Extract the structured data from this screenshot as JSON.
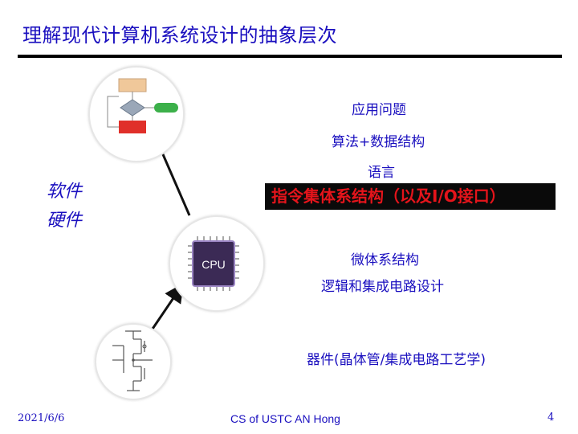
{
  "slide": {
    "title": "理解现代计算机系统设计的抽象层次",
    "levels": {
      "application": "应用问题",
      "algorithm": "算法+数据结构",
      "language": "语言",
      "isa": "指令集体系结构（以及I/O接口）",
      "microarch": "微体系结构",
      "logic": "逻辑和集成电路设计",
      "device": "器件(晶体管/集成电路工艺学)"
    },
    "side": {
      "software": "软件",
      "hardware": "硬件"
    },
    "cpu_label": "CPU"
  },
  "footer": {
    "date": "2021/6/6",
    "course": "CS of USTC AN Hong",
    "page": "4"
  },
  "colors": {
    "text": "#1a0fbf",
    "isa_text": "#e4141b",
    "isa_bg": "#0a0a0a",
    "flow_top": "#f0c89a",
    "flow_green": "#3cb04a",
    "flow_red": "#e0302a"
  }
}
